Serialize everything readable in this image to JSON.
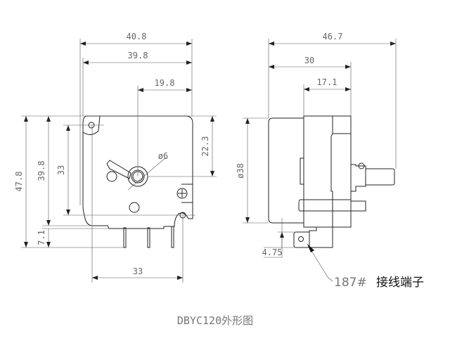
{
  "front_view": {
    "dims": {
      "width_overall": "40.8",
      "width_body": "39.8",
      "shaft_offset_x": "19.8",
      "height_overall": "47.8",
      "height_body": "39.8",
      "hole_spacing_v": "33",
      "pin_length": "7.1",
      "shaft_offset_y": "22.3",
      "hole_spacing_h": "33",
      "shaft_dia": "ø6"
    }
  },
  "side_view": {
    "dims": {
      "depth_overall": "46.7",
      "depth_body": "30",
      "depth_rear": "17.1",
      "diameter": "ø38",
      "terminal_offset": "4.75"
    },
    "terminal_label_code": "187#",
    "terminal_label_text": "接线端子"
  },
  "title": "DBYC120外形图"
}
